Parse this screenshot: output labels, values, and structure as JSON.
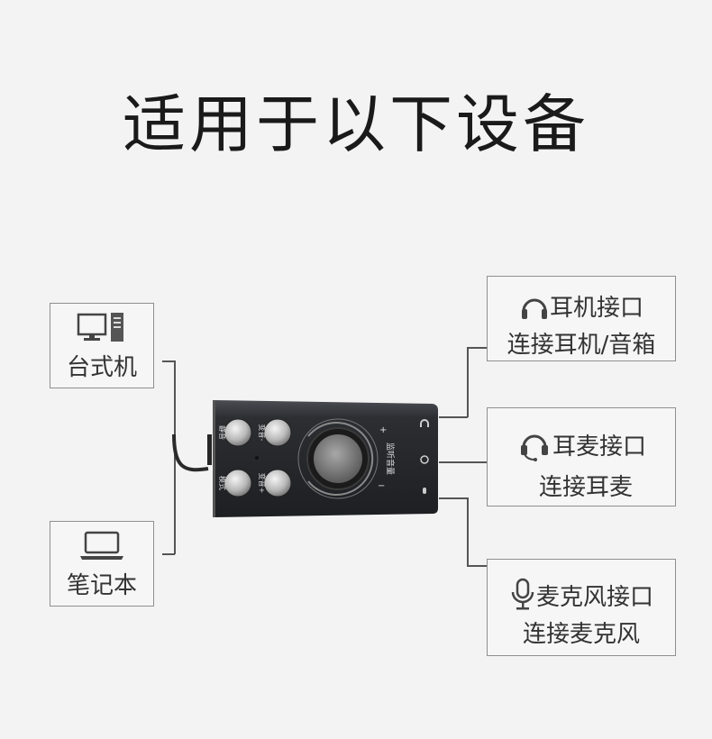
{
  "title": "适用于以下设备",
  "left_devices": [
    {
      "label": "台式机",
      "icon": "desktop-computer-icon"
    },
    {
      "label": "笔记本",
      "icon": "laptop-icon"
    }
  ],
  "right_ports": [
    {
      "title": "耳机接口",
      "subtitle": "连接耳机/音箱",
      "icon": "headphones-icon"
    },
    {
      "title": "耳麦接口",
      "subtitle": "连接耳麦",
      "icon": "headset-icon"
    },
    {
      "title": "麦克风接口",
      "subtitle": "连接麦克风",
      "icon": "microphone-icon"
    }
  ],
  "device": {
    "buttons": [
      "静音",
      "变音-",
      "模式",
      "变音+"
    ],
    "knob_label": "监听音量",
    "knob_plus": "+",
    "knob_minus": "−"
  },
  "colors": {
    "background": "#f3f3f3",
    "border": "#8f8f8f",
    "device_body": "#2a2c30"
  }
}
